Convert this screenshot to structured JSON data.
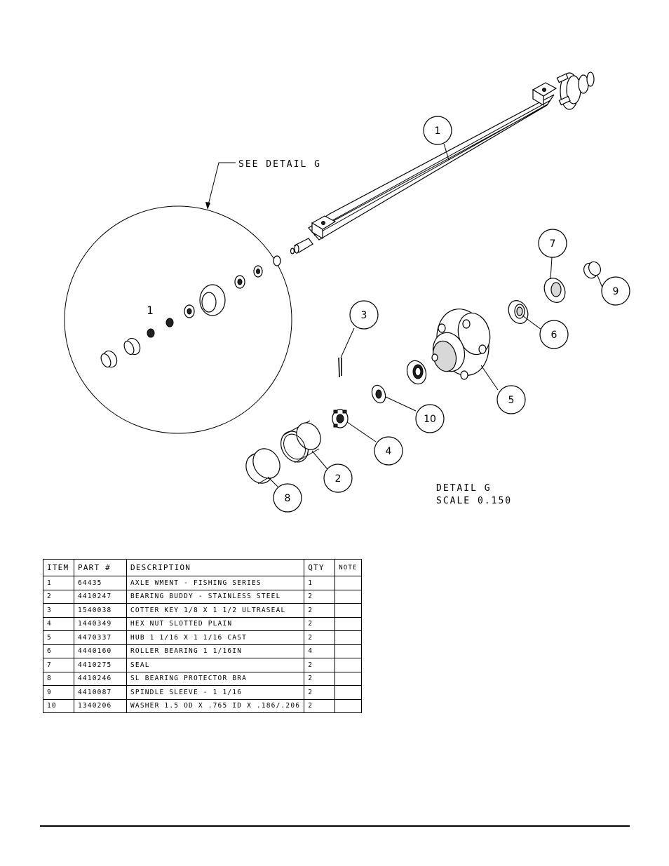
{
  "drawing": {
    "see_detail_note": "SEE DETAIL  G",
    "detail_title": "DETAIL  G",
    "detail_scale": "SCALE  0.150",
    "detail_inner_label": "1",
    "callouts": [
      {
        "id": "c1",
        "label": "1"
      },
      {
        "id": "c2",
        "label": "2"
      },
      {
        "id": "c3",
        "label": "3"
      },
      {
        "id": "c4",
        "label": "4"
      },
      {
        "id": "c5",
        "label": "5"
      },
      {
        "id": "c6",
        "label": "6"
      },
      {
        "id": "c7",
        "label": "7"
      },
      {
        "id": "c8",
        "label": "8"
      },
      {
        "id": "c9",
        "label": "9"
      },
      {
        "id": "c10",
        "label": "10"
      }
    ]
  },
  "bom": {
    "headers": {
      "item": "ITEM",
      "part": "PART #",
      "description": "DESCRIPTION",
      "qty": "QTY",
      "note": "NOTE"
    },
    "rows": [
      {
        "item": "1",
        "part": "64435",
        "description": "AXLE WMENT - FISHING SERIES",
        "qty": "1",
        "note": ""
      },
      {
        "item": "2",
        "part": "4410247",
        "description": "BEARING BUDDY - STAINLESS STEEL",
        "qty": "2",
        "note": ""
      },
      {
        "item": "3",
        "part": "1540038",
        "description": "COTTER KEY 1/8 X 1 1/2 ULTRASEAL",
        "qty": "2",
        "note": ""
      },
      {
        "item": "4",
        "part": "1440349",
        "description": "HEX NUT SLOTTED PLAIN",
        "qty": "2",
        "note": ""
      },
      {
        "item": "5",
        "part": "4470337",
        "description": "HUB  1 1/16 X 1 1/16 CAST",
        "qty": "2",
        "note": ""
      },
      {
        "item": "6",
        "part": "4440160",
        "description": "ROLLER BEARING  1 1/16IN",
        "qty": "4",
        "note": ""
      },
      {
        "item": "7",
        "part": "4410275",
        "description": "SEAL",
        "qty": "2",
        "note": ""
      },
      {
        "item": "8",
        "part": "4410246",
        "description": "SL BEARING PROTECTOR BRA",
        "qty": "2",
        "note": ""
      },
      {
        "item": "9",
        "part": "4410087",
        "description": "SPINDLE SLEEVE - 1 1/16",
        "qty": "2",
        "note": ""
      },
      {
        "item": "10",
        "part": "1340206",
        "description": "WASHER 1.5 OD X .765 ID X .186/.206",
        "qty": "2",
        "note": ""
      }
    ]
  }
}
